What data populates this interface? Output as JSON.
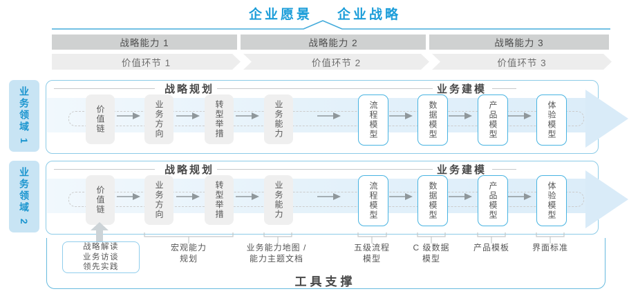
{
  "title": {
    "vision": "企业愿景",
    "strategy": "企业战略"
  },
  "strategic_capabilities": [
    "战略能力 1",
    "战略能力 2",
    "战略能力 3"
  ],
  "value_links": [
    "价值环节 1",
    "价值环节 2",
    "价值环节 3"
  ],
  "business_domains": [
    "业务领域 1",
    "业务领域 2"
  ],
  "section_headers": {
    "planning": "战略规划",
    "modeling": "业务建模"
  },
  "planning_boxes": [
    "价值链",
    "业务方向",
    "转型举措",
    "业务能力"
  ],
  "modeling_boxes": [
    "流程模型",
    "数据模型",
    "产品模型",
    "体验模型"
  ],
  "input_box_lines": [
    "战略解读",
    "业务访谈",
    "领先实践"
  ],
  "deliverables": [
    {
      "lines": [
        "宏观能力",
        "规划"
      ]
    },
    {
      "lines": [
        "业务能力地图 /",
        "能力主题文档"
      ]
    },
    {
      "lines": [
        "五级流程",
        "模型"
      ]
    },
    {
      "lines": [
        "C 级数据",
        "模型"
      ]
    },
    {
      "lines": [
        "产品模板"
      ]
    },
    {
      "lines": [
        "界面标准"
      ]
    }
  ],
  "tool_support_label": "工具支撑",
  "colors": {
    "accent_blue": "#1b9dd9",
    "panel_border": "#8ccbe7",
    "domain_label_bg": "#c8e4f4",
    "band_blue": "#e3f1fa",
    "arrowhead_blue": "#d9ebf8",
    "capability_bar_gray": "#cfd1d1",
    "value_band_gray": "#ededed",
    "box_gray": "#efefef",
    "box_border_blue": "#47b3e1"
  }
}
